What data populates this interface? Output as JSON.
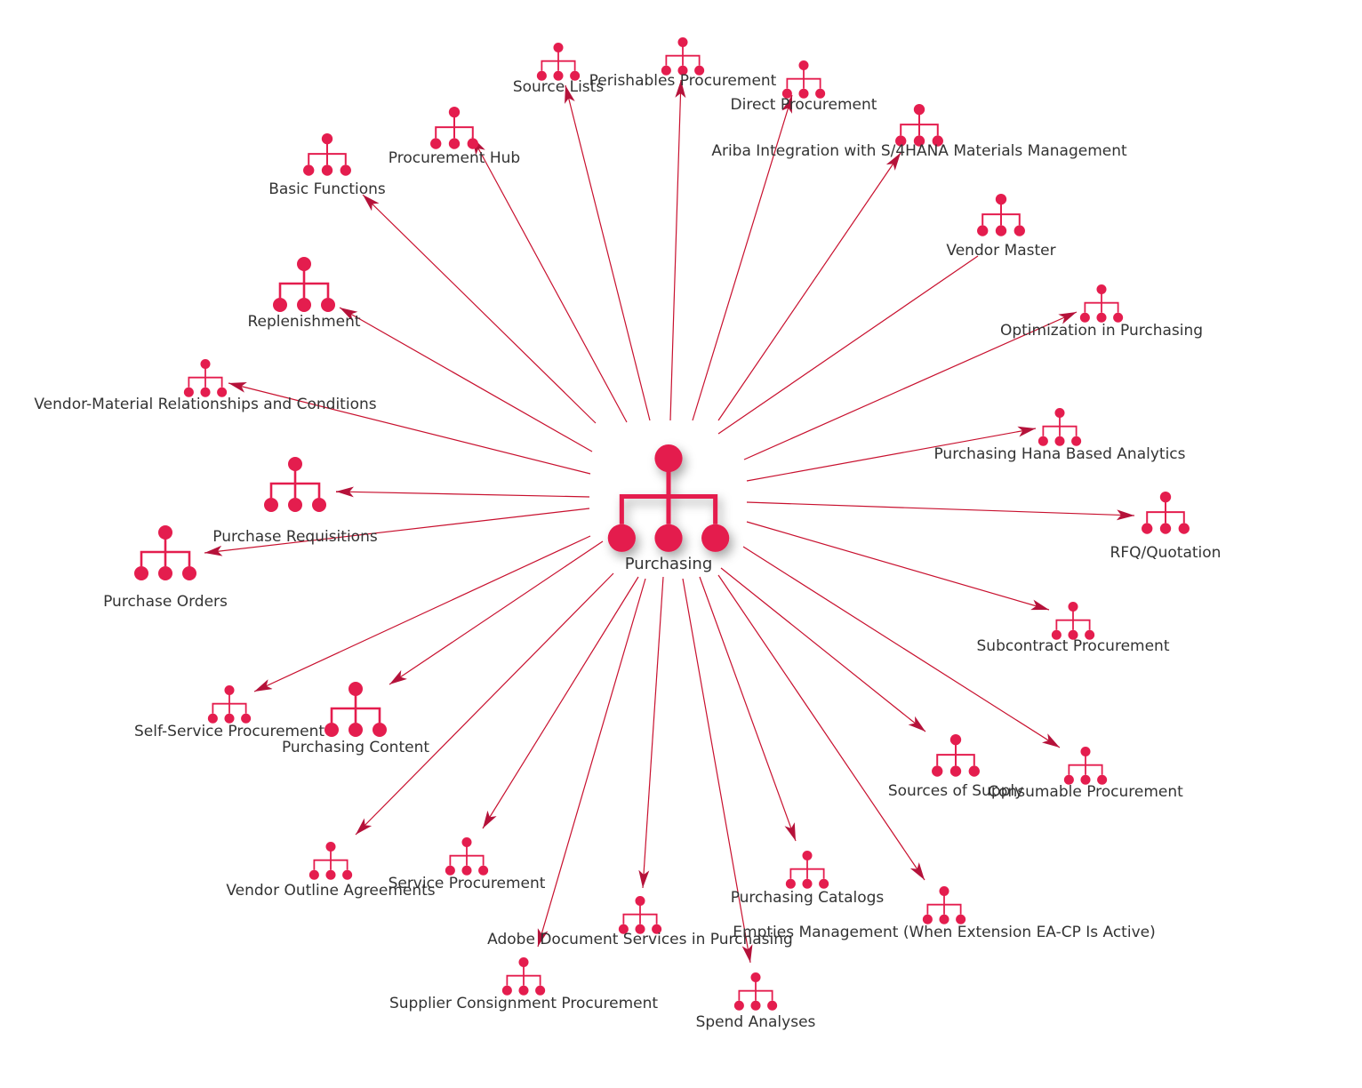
{
  "colors": {
    "node": "#e41d4e",
    "edge": "#c8102e",
    "text": "#333333"
  },
  "icon": "hierarchy-icon",
  "center": {
    "label": "Purchasing"
  },
  "nodes": [
    {
      "id": "source-lists",
      "label": "Source Lists"
    },
    {
      "id": "perishables-procurement",
      "label": "Perishables Procurement"
    },
    {
      "id": "direct-procurement",
      "label": "Direct Procurement"
    },
    {
      "id": "ariba-integration",
      "label": "Ariba Integration with S/4HANA Materials Management"
    },
    {
      "id": "procurement-hub",
      "label": "Procurement Hub"
    },
    {
      "id": "basic-functions",
      "label": "Basic Functions"
    },
    {
      "id": "vendor-master",
      "label": "Vendor Master"
    },
    {
      "id": "replenishment",
      "label": "Replenishment"
    },
    {
      "id": "optimization-in-purchasing",
      "label": "Optimization in Purchasing"
    },
    {
      "id": "vendor-material-relationships",
      "label": "Vendor-Material Relationships and Conditions"
    },
    {
      "id": "purchasing-hana-analytics",
      "label": "Purchasing Hana Based Analytics"
    },
    {
      "id": "purchase-requisitions",
      "label": "Purchase Requisitions"
    },
    {
      "id": "rfq-quotation",
      "label": "RFQ/Quotation"
    },
    {
      "id": "purchase-orders",
      "label": "Purchase Orders"
    },
    {
      "id": "subcontract-procurement",
      "label": "Subcontract Procurement"
    },
    {
      "id": "self-service-procurement",
      "label": "Self-Service Procurement"
    },
    {
      "id": "purchasing-content",
      "label": "Purchasing Content"
    },
    {
      "id": "sources-of-supply",
      "label": "Sources of Supply"
    },
    {
      "id": "consumable-procurement",
      "label": "Consumable Procurement"
    },
    {
      "id": "vendor-outline-agreements",
      "label": "Vendor Outline Agreements"
    },
    {
      "id": "service-procurement",
      "label": "Service Procurement"
    },
    {
      "id": "purchasing-catalogs",
      "label": "Purchasing Catalogs"
    },
    {
      "id": "adobe-document-services",
      "label": "Adobe Document Services in Purchasing"
    },
    {
      "id": "empties-management",
      "label": "Empties Management (When Extension EA-CP Is Active)"
    },
    {
      "id": "supplier-consignment-procurement",
      "label": "Supplier Consignment Procurement"
    },
    {
      "id": "spend-analyses",
      "label": "Spend Analyses"
    }
  ]
}
